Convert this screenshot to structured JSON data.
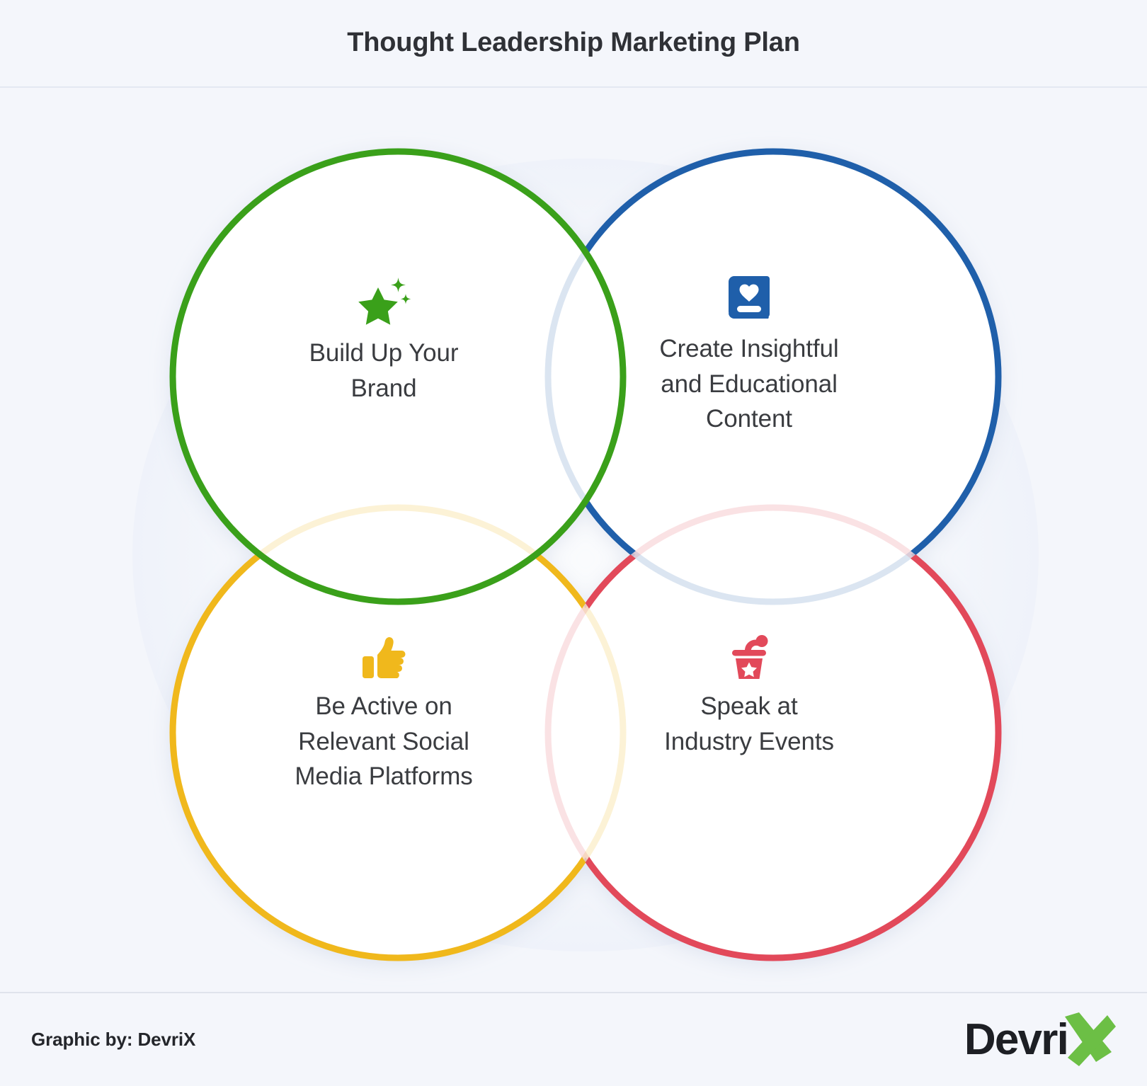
{
  "header": {
    "title": "Thought Leadership Marketing Plan"
  },
  "diagram": {
    "type": "venn-four-circle",
    "background_color": "#f4f6fb",
    "circle_fill": "#ffffff",
    "nodes": [
      {
        "id": "build-brand",
        "label": "Build Up Your Brand",
        "label_lines": [
          "Build Up Your",
          "Brand"
        ],
        "color": "#3aa01a",
        "icon": "star-sparkle-icon",
        "position": "top-left"
      },
      {
        "id": "insightful-content",
        "label": "Create Insightful and Educational Content",
        "label_lines": [
          "Create Insightful",
          "and Educational",
          "Content"
        ],
        "color": "#1f5faa",
        "icon": "book-heart-icon",
        "position": "top-right"
      },
      {
        "id": "social-media",
        "label": "Be Active on Relevant Social Media Platforms",
        "label_lines": [
          "Be Active on",
          "Relevant Social",
          "Media Platforms"
        ],
        "color": "#f0b81c",
        "icon": "thumbs-up-icon",
        "position": "bottom-left"
      },
      {
        "id": "industry-events",
        "label": "Speak at Industry Events",
        "label_lines": [
          "Speak at",
          "Industry Events"
        ],
        "color": "#e2495a",
        "icon": "podium-star-icon",
        "position": "bottom-right"
      }
    ]
  },
  "footer": {
    "credit": "Graphic by: DevriX",
    "logo_word": "Devri",
    "logo_mark": "X",
    "logo_mark_color": "#6cbf45",
    "logo_word_color": "#1d1f24"
  }
}
